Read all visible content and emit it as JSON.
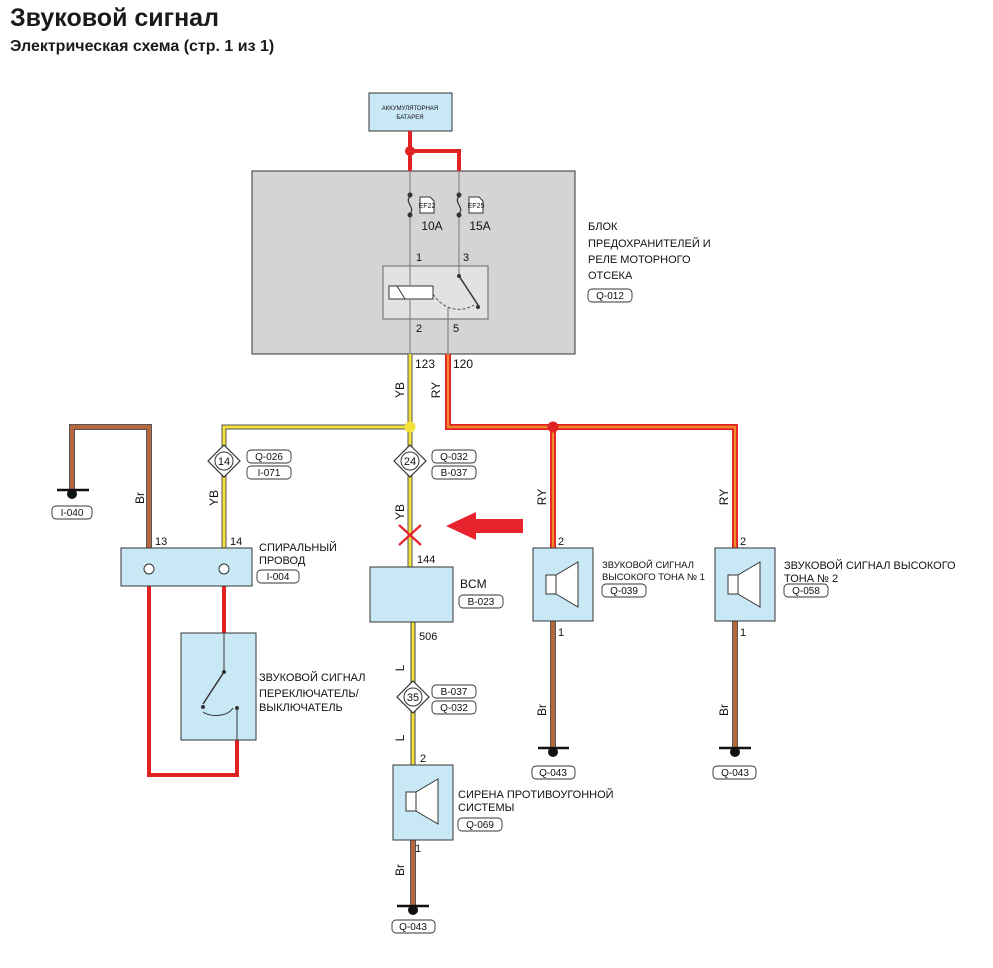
{
  "title": "Звуковой сигнал",
  "subtitle": "Электрическая схема (стр. 1 из 1)",
  "battery": {
    "line1": "АККУМУЛЯТОРНАЯ",
    "line2": "БАТАРЕЯ"
  },
  "fuse_box": {
    "label_lines": [
      "БЛОК",
      "ПРЕДОХРАНИТЕЛЕЙ И",
      "РЕЛЕ МОТОРНОГО",
      "ОТСЕКА"
    ],
    "connector": "Q-012",
    "fuse1": {
      "name": "EF22",
      "rating": "10A"
    },
    "fuse2": {
      "name": "EF25",
      "rating": "15A"
    },
    "relay_pins": [
      "1",
      "3",
      "2",
      "5"
    ],
    "out_pins": [
      "123",
      "120"
    ]
  },
  "wires": {
    "yb": "YB",
    "ry": "RY",
    "br": "Br",
    "l": "L"
  },
  "joints": [
    {
      "num": "14",
      "conn1": "Q-026",
      "conn2": "I-071"
    },
    {
      "num": "24",
      "conn1": "Q-032",
      "conn2": "B-037"
    },
    {
      "num": "35",
      "conn1": "B-037",
      "conn2": "Q-032"
    }
  ],
  "clock_spring": {
    "label_lines": [
      "СПИРАЛЬНЫЙ",
      "ПРОВОД"
    ],
    "connector": "I-004",
    "pin_left": "13",
    "pin_right": "14"
  },
  "horn_switch": {
    "label_lines": [
      "ЗВУКОВОЙ СИГНАЛ",
      "ПЕРЕКЛЮЧАТЕЛЬ/",
      "ВЫКЛЮЧАТЕЛЬ"
    ]
  },
  "bcm": {
    "label": "BCM",
    "connector": "B-023",
    "pin_in": "144",
    "pin_out": "506"
  },
  "horn_high1": {
    "label_lines": [
      "ЗВУКОВОЙ СИГНАЛ",
      "ВЫСОКОГО ТОНА № 1"
    ],
    "connector": "Q-039",
    "pin_top": "2",
    "pin_bottom": "1"
  },
  "horn_high2": {
    "label_lines": [
      "ЗВУКОВОЙ СИГНАЛ ВЫСОКОГО",
      "ТОНА № 2"
    ],
    "connector": "Q-058",
    "pin_top": "2",
    "pin_bottom": "1"
  },
  "siren": {
    "label_lines": [
      "СИРЕНА ПРОТИВОУГОННОЙ",
      "СИСТЕМЫ"
    ],
    "connector": "Q-069",
    "pin_top": "2",
    "pin_bottom": "1"
  },
  "grounds": [
    "I-040",
    "Q-043",
    "Q-043",
    "Q-043"
  ],
  "colors": {
    "red": "#e02222",
    "yellow": "#f2e23a",
    "brown": "#b5683e",
    "orange": "#f08a2a",
    "component": "#c8e8f6",
    "fusebox": "#d4d4d4",
    "arrow": "#e8232e"
  }
}
